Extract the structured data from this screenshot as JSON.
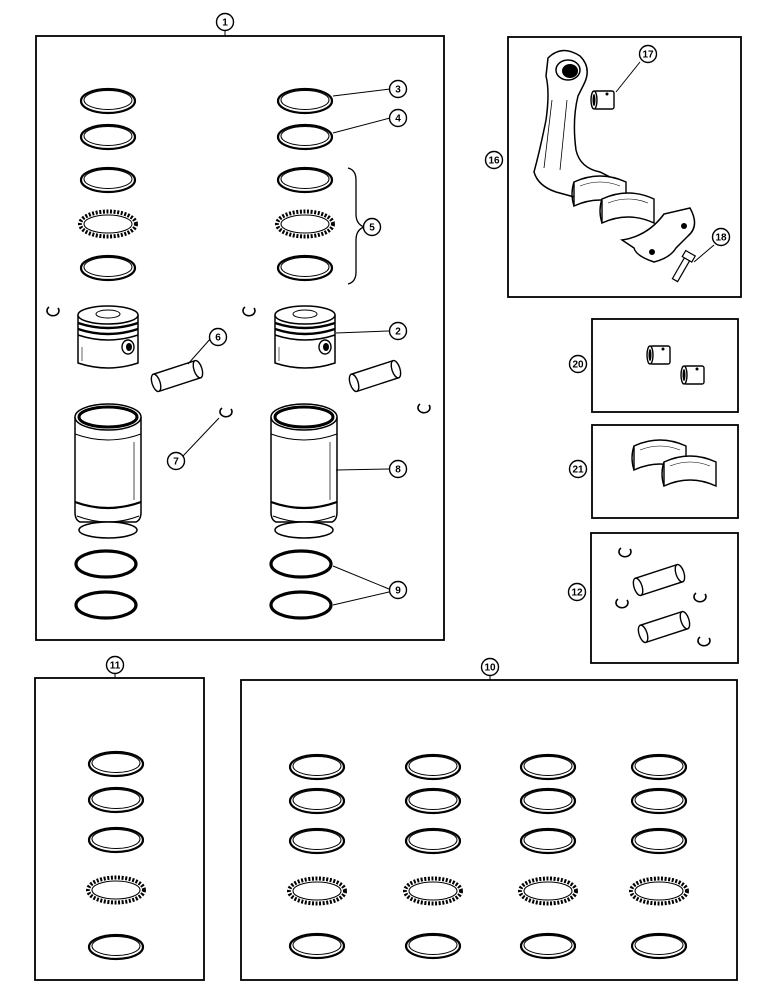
{
  "diagram": {
    "callouts": {
      "c1": "1",
      "c2": "2",
      "c3": "3",
      "c4": "4",
      "c5": "5",
      "c6": "6",
      "c7": "7",
      "c8": "8",
      "c9": "9",
      "c10": "10",
      "c11": "11",
      "c12": "12",
      "c16": "16",
      "c17": "17",
      "c18": "18",
      "c20": "20",
      "c21": "21"
    },
    "ink_color": "#000000",
    "background_color": "#ffffff"
  }
}
